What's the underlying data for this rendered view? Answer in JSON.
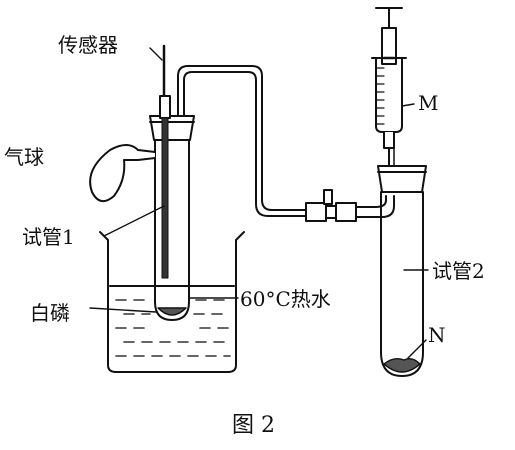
{
  "labels": {
    "sensor": "传感器",
    "balloon": "气球",
    "tube1": "试管1",
    "phosphorus": "白磷",
    "hot_water": "60°C热水",
    "syringe": "M",
    "tube2": "试管2",
    "substance_n": "N"
  },
  "caption": "图 2",
  "colors": {
    "ink": "#111111",
    "water_dash": "#333333",
    "solid": "#555555"
  }
}
